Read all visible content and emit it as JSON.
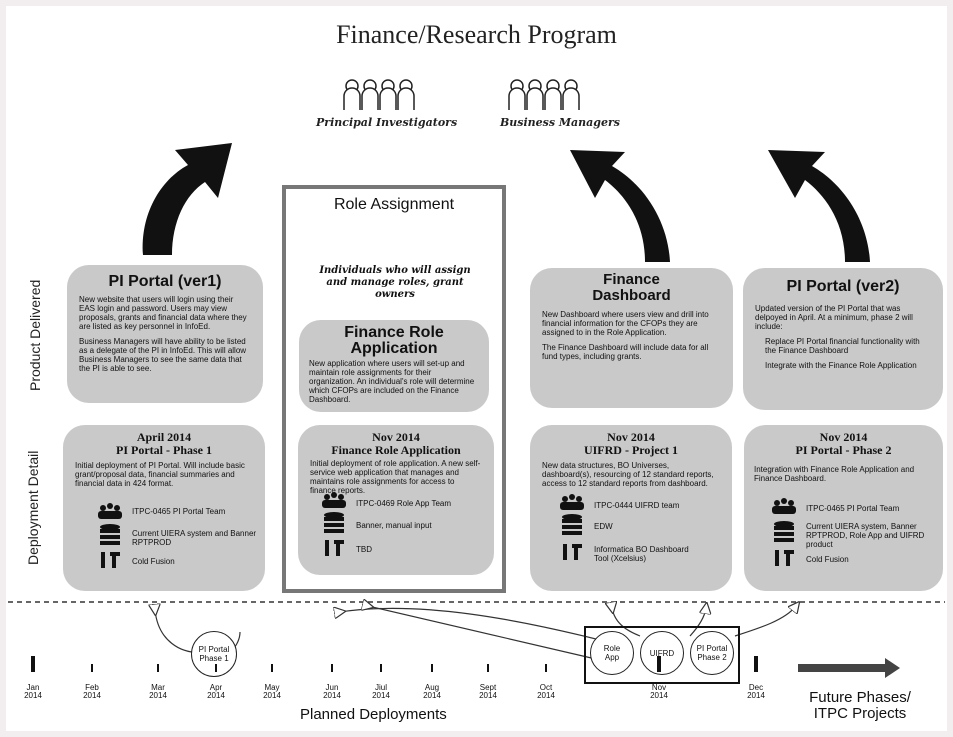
{
  "title": "Finance/Research Program",
  "groups": {
    "pi": "Principal Investigators",
    "bm": "Business Managers"
  },
  "side_labels": {
    "product": "Product Delivered",
    "deployment": "Deployment Detail"
  },
  "role_assignment": {
    "title": "Role Assignment",
    "caption_1": "Individuals who will assign",
    "caption_2": "and manage roles, grant",
    "caption_3": "owners"
  },
  "products": [
    {
      "title": "PI Portal (ver1)",
      "text_1": "New website that users will login using their EAS login and password.  Users may view proposals, grants and financial data where they are listed as key personnel in InfoEd.",
      "text_2": "Business Managers will have ability to be listed as a delegate of the PI in InfoEd. This will allow Business Managers to see the same data that the PI is able to see."
    },
    {
      "title_1": "Finance Role",
      "title_2": "Application",
      "text_1": "New application where users will set-up and maintain role assignments for their organization.  An individual's role will determine which CFOPs are included on the Finance Dashboard."
    },
    {
      "title_1": "Finance",
      "title_2": "Dashboard",
      "text_1": "New Dashboard where users view and drill into financial information for the CFOPs they are assigned to in the Role Application.",
      "text_2": "The Finance Dashboard will include data for all fund types, including grants."
    },
    {
      "title": "PI Portal (ver2)",
      "text_1": "Updated version of the PI Portal that was delpoyed in April.  At a minimum, phase 2 will include:",
      "text_2": "Replace PI Portal financial functionality with the Finance Dashboard",
      "text_3": "Integrate with the Finance Role Application"
    }
  ],
  "deployments": [
    {
      "date": "April 2014",
      "name": "PI Portal - Phase 1",
      "text": "Initial deployment of PI Portal.  Will include basic grant/proposal data, financial summaries and financial data in 424 format.",
      "team": "ITPC-0465 PI Portal Team",
      "data": "Current UIERA system and Banner RPTPROD",
      "tools": "Cold Fusion"
    },
    {
      "date": "Nov 2014",
      "name": "Finance Role Application",
      "text": "Initial deployment of role application.  A new self-service web application that manages and maintains role assignments for access to finance reports.",
      "team": "ITPC-0469 Role App Team",
      "data": "Banner, manual input",
      "tools": "TBD"
    },
    {
      "date": "Nov 2014",
      "name": "UIFRD - Project 1",
      "text": "New data structures, BO Universes, dashboard(s), resourcing of 12 standard reports, access to 12 standard reports from dashboard.",
      "team": "ITPC-0444 UIFRD team",
      "data": "EDW",
      "tools": "Informatica BO Dashboard Tool (Xcelsius)"
    },
    {
      "date": "Nov 2014",
      "name": "PI Portal - Phase 2",
      "text": "Integration with Finance Role Application and Finance Dashboard.",
      "team": "ITPC-0465 PI Portal Team",
      "data": "Current UIERA system, Banner RPTPROD, Role App and UIFRD product",
      "tools": "Cold Fusion"
    }
  ],
  "timeline": {
    "months": [
      {
        "m": "Jan",
        "y": "2014"
      },
      {
        "m": "Feb",
        "y": "2014"
      },
      {
        "m": "Mar",
        "y": "2014"
      },
      {
        "m": "Apr",
        "y": "2014"
      },
      {
        "m": "May",
        "y": "2014"
      },
      {
        "m": "Jun",
        "y": "2014"
      },
      {
        "m": "Jiul",
        "y": "2014"
      },
      {
        "m": "Aug",
        "y": "2014"
      },
      {
        "m": "Sept",
        "y": "2014"
      },
      {
        "m": "Oct",
        "y": "2014"
      },
      {
        "m": "Nov",
        "y": "2014"
      },
      {
        "m": "Dec",
        "y": "2014"
      }
    ],
    "caption": "Planned Deployments",
    "future_1": "Future Phases/",
    "future_2": "ITPC Projects",
    "circles": {
      "phase1_a": "PI Portal",
      "phase1_b": "Phase 1",
      "role_a": "Role",
      "role_b": "App",
      "uifrd": "UIFRD",
      "phase2_a": "PI Portal",
      "phase2_b": "Phase 2"
    }
  }
}
